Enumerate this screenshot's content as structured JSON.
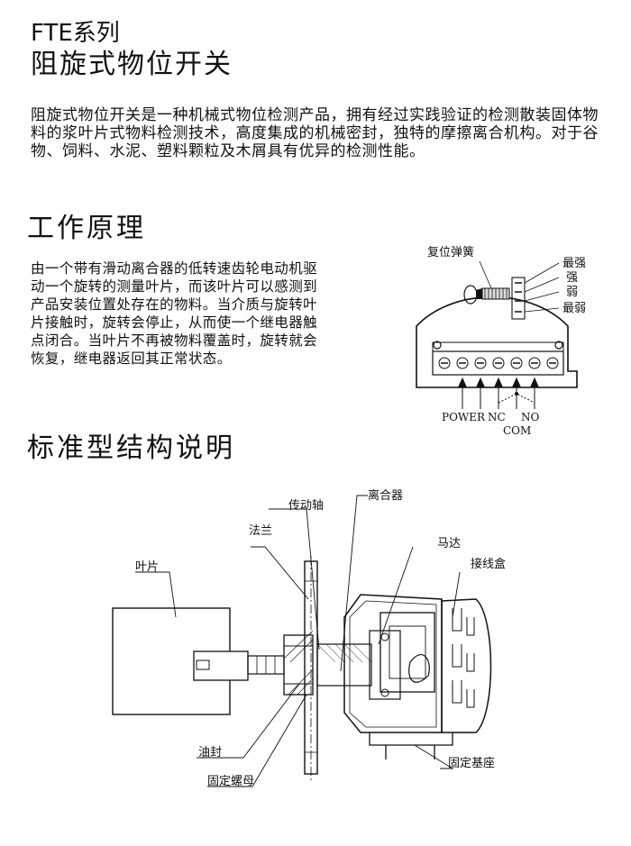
{
  "header": {
    "series": "FTE系列",
    "title": "阻旋式物位开关"
  },
  "intro": "阻旋式物位开关是一种机械式物位检测产品，拥有经过实践验证的检测散装固体物料的浆叶片式物料检测技术，高度集成的机械密封，独特的摩擦离合机构。对于谷物、饲料、水泥、塑料颗粒及木屑具有优异的检测性能。",
  "principle": {
    "heading": "工作原理",
    "text": "由一个带有滑动离合器的低转速齿轮电动机驱动一个旋转的测量叶片，而该叶片可以感测到产品安装位置处存在的物料。当介质与旋转叶片接触时，旋转会停止，从而使一个继电器触点闭合。当叶片不再被物料覆盖时，旋转就会恢复，继电器返回其正常状态。"
  },
  "wiring_diagram": {
    "spring_label": "复位弹簧",
    "levels": [
      "最强",
      "强",
      "弱",
      "最弱"
    ],
    "terminals": {
      "power": "POWER",
      "nc": "NC",
      "no": "NO",
      "com": "COM"
    }
  },
  "structure": {
    "heading": "标准型结构说明",
    "labels": {
      "shaft": "传动轴",
      "clutch": "离合器",
      "flange": "法兰",
      "motor": "马达",
      "blade": "叶片",
      "junction_box": "接线盒",
      "oil_seal": "油封",
      "fixing_nut": "固定螺母",
      "fixing_base": "固定基座"
    }
  }
}
